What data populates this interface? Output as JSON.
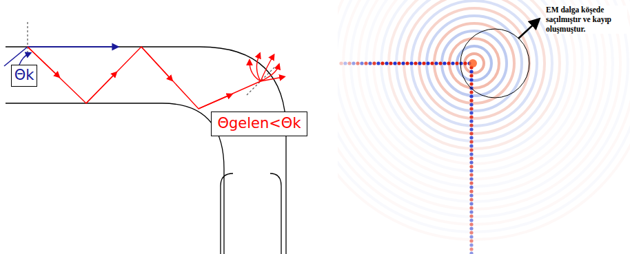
{
  "diagram": {
    "nodes": [
      {
        "text": [
          "Θk"
        ]
      },
      {
        "text": [
          "Θgelen<Θk"
        ]
      }
    ],
    "labels": [
      "EM dalga köşede saçılmıştır ve kayıp oluşmuştur."
    ]
  }
}
